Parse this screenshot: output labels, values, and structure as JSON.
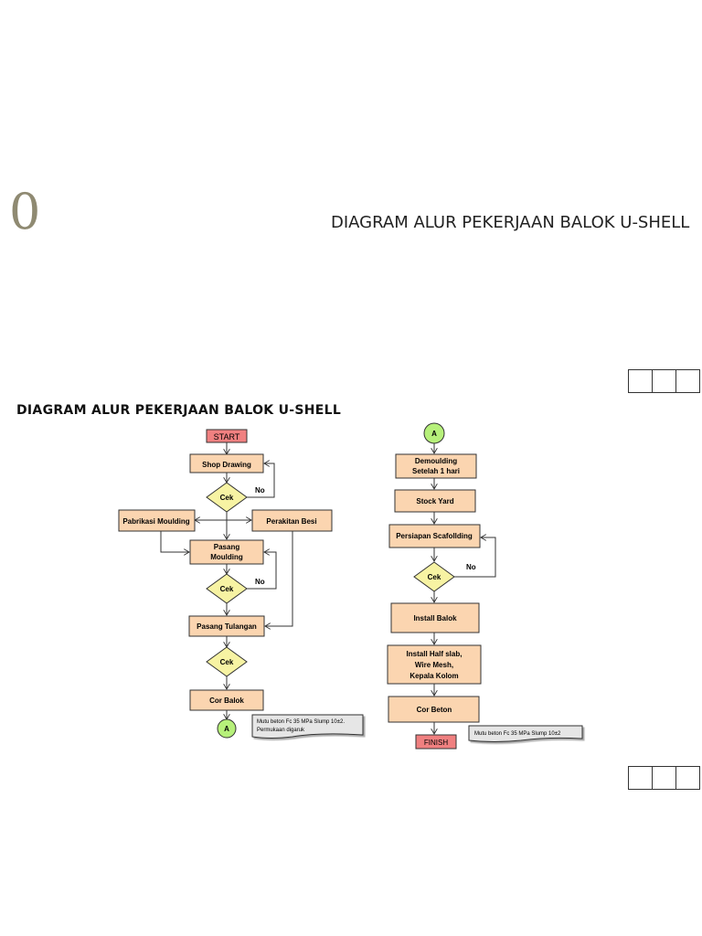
{
  "slide": {
    "number": "0",
    "title": "DIAGRAM ALUR PEKERJAAN BALOK U-SHELL"
  },
  "diagram": {
    "heading": "DIAGRAM ALUR PEKERJAAN BALOK U-SHELL",
    "start": "START",
    "finish": "FINISH",
    "shop_drawing": "Shop Drawing",
    "cek": "Cek",
    "no": "No",
    "pabrikasi_moulding": "Pabrikasi Moulding",
    "perakitan_besi": "Perakitan Besi",
    "pasang_moulding": [
      "Pasang",
      "Moulding"
    ],
    "pasang_tulangan": "Pasang Tulangan",
    "cor_balok": "Cor Balok",
    "connector": "A",
    "note_left": [
      "Mutu beton  Fc 35  MPa Slump  10±2.",
      "Permukaan digaruk"
    ],
    "demoulding": [
      "Demoulding",
      "Setelah 1 hari"
    ],
    "stock_yard": "Stock Yard",
    "persiapan_scafollding": "Persiapan Scafollding",
    "install_balok": "Install Balok",
    "install_half_slab": [
      "Install Half slab,",
      "Wire Mesh,",
      "Kepala Kolom"
    ],
    "cor_beton": "Cor Beton",
    "note_right": "Mutu beton  Fc 35  MPa Slump  10±2"
  }
}
